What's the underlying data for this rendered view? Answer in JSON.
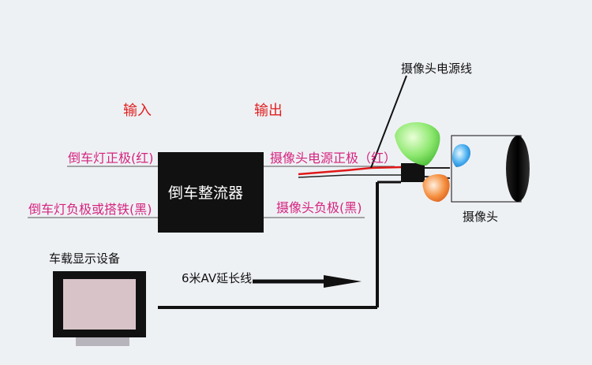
{
  "rectifier": {
    "label": "倒车整流器"
  },
  "headings": {
    "input": "输入",
    "output": "输出"
  },
  "inputs": {
    "reverse_positive": "倒车灯正极(红)",
    "reverse_negative": "倒车灯负极或搭铁(黑)"
  },
  "outputs": {
    "camera_positive": "摄像头电源正极（红）",
    "camera_negative": "摄像头负极(黑)"
  },
  "camera": {
    "power_cable": "摄像头电源线",
    "label": "摄像头"
  },
  "display": {
    "label": "车载显示设备"
  },
  "av_cable": {
    "label": "6米AV延长线"
  },
  "colors": {
    "background": "#eef1f4",
    "box": "#111111",
    "pink_text": "#d6237f",
    "red_text": "#e02020",
    "wire_red": "#e01818",
    "lens_green": "#8ee870",
    "lens_blue": "#4ab0f0",
    "lens_orange": "#f07830",
    "screen": "#d8c4c8"
  }
}
